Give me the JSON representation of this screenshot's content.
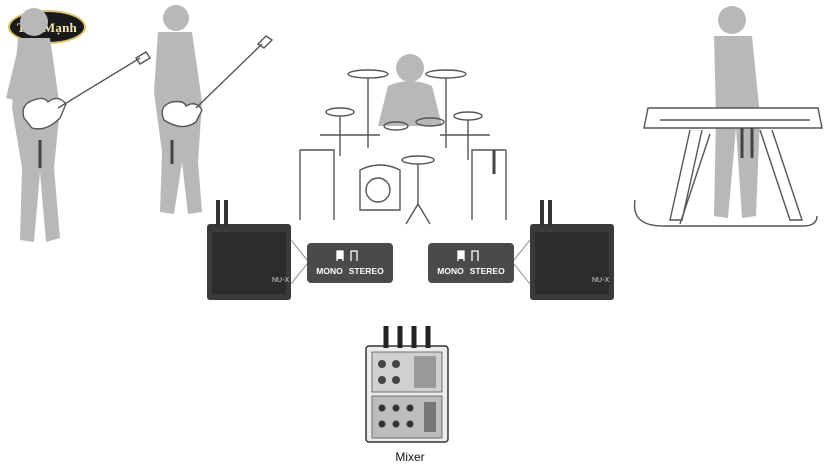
{
  "logo": {
    "text": "TiềnMạnh"
  },
  "switch_left": {
    "mono": "MONO",
    "stereo": "STEREO"
  },
  "switch_right": {
    "mono": "MONO",
    "stereo": "STEREO"
  },
  "amp_brand": "NU-X",
  "mixer": {
    "label": "Mixer"
  },
  "colors": {
    "figure": "#b8b8b8",
    "amp": "#3a3a3a",
    "line_art": "#555555"
  }
}
